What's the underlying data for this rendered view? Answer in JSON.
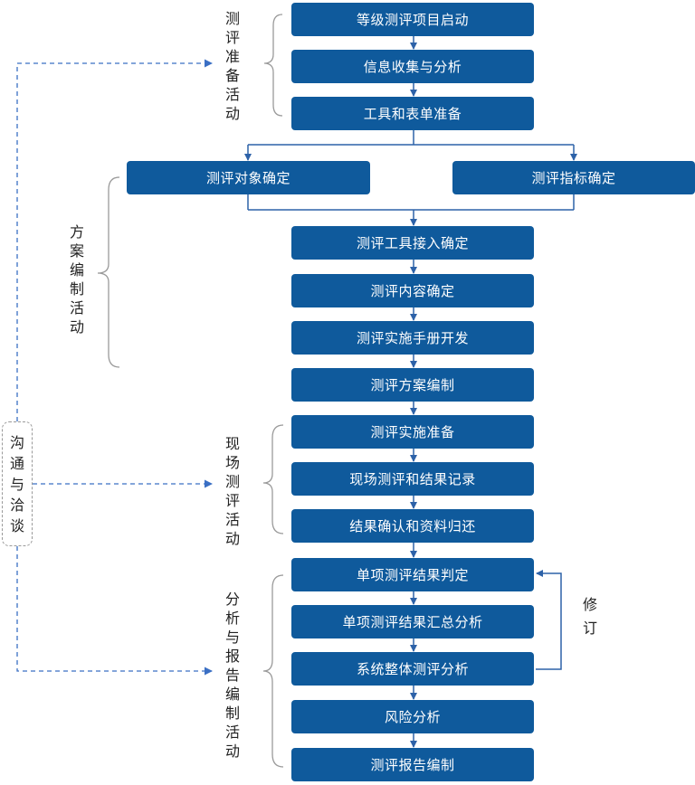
{
  "steps": {
    "s1": "等级测评项目启动",
    "s2": "信息收集与分析",
    "s3": "工具和表单准备",
    "s4a": "测评对象确定",
    "s4b": "测评指标确定",
    "s5": "测评工具接入确定",
    "s6": "测评内容确定",
    "s7": "测评实施手册开发",
    "s8": "测评方案编制",
    "s9": "测评实施准备",
    "s10": "现场测评和结果记录",
    "s11": "结果确认和资料归还",
    "s12": "单项测评结果判定",
    "s13": "单项测评结果汇总分析",
    "s14": "系统整体测评分析",
    "s15": "风险分析",
    "s16": "测评报告编制"
  },
  "phases": {
    "prep": "测评准备活动",
    "plan": "方案编制活动",
    "field": "现场测评活动",
    "report": "分析与报告编制活动"
  },
  "communication": "沟通与洽谈",
  "revise": "修订",
  "colors": {
    "box": "#0f5a9c",
    "arrow": "#2d62a8",
    "dashed": "#3a6fc4",
    "brace": "#9a9a9a"
  }
}
